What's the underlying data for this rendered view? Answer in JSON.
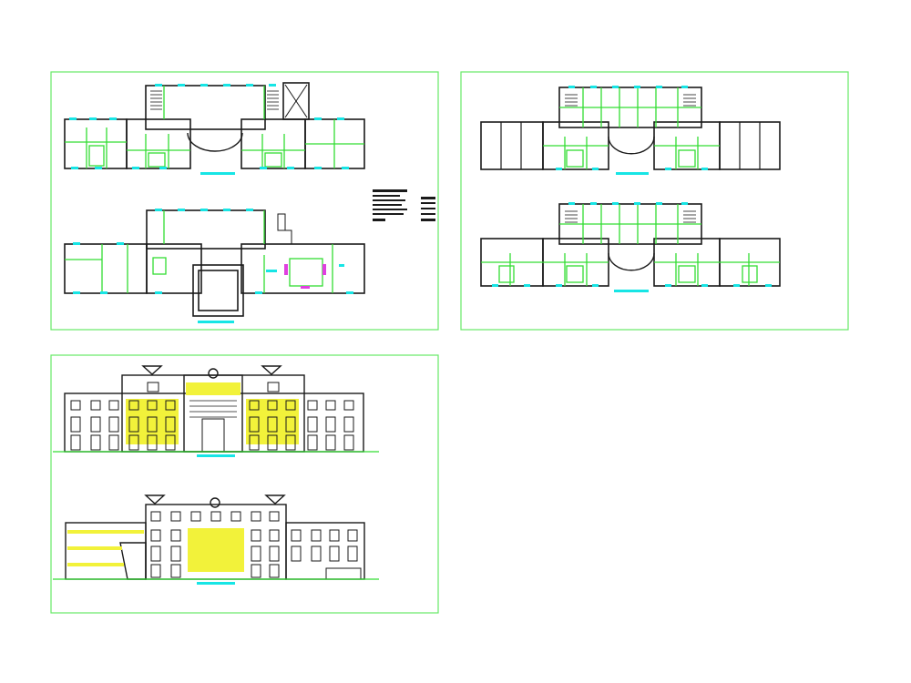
{
  "drawing": {
    "sheets": [
      {
        "id": "floor-plans-left"
      },
      {
        "id": "floor-plans-right"
      },
      {
        "id": "elevations"
      }
    ]
  },
  "colors": {
    "background": "#ffffff",
    "frame": "#66e866",
    "wall": "#1a1a1a",
    "partition": "#33dd33",
    "title_bar": "#17e5e5",
    "hatch": "#f2f23a",
    "accent": "#e040e0"
  }
}
